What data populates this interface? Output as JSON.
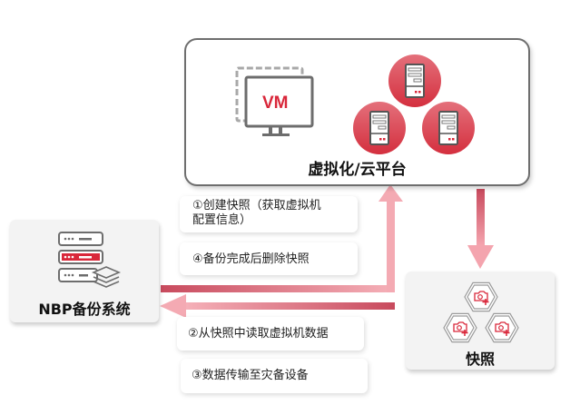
{
  "diagram": {
    "platform": {
      "title": "虚拟化/云平台",
      "vm_label": "VM",
      "server_count": 3
    },
    "nbp": {
      "title": "NBP备份系统"
    },
    "snapshot": {
      "title": "快照",
      "snapshot_icon_count": 3
    },
    "steps": [
      {
        "id": 1,
        "line1": "①创建快照（获取虚拟机",
        "line2": "配置信息）"
      },
      {
        "id": 4,
        "line1": "④备份完成后删除快照"
      },
      {
        "id": 2,
        "line1": "②从快照中读取虚拟机数据"
      },
      {
        "id": 3,
        "line1": "③数据传输至灾备设备"
      }
    ],
    "colors": {
      "accent_red": "#d9273a",
      "arrow_dark": "#c84a5d",
      "arrow_light": "#f4aab3",
      "icon_gray": "#6d6d6d"
    }
  }
}
